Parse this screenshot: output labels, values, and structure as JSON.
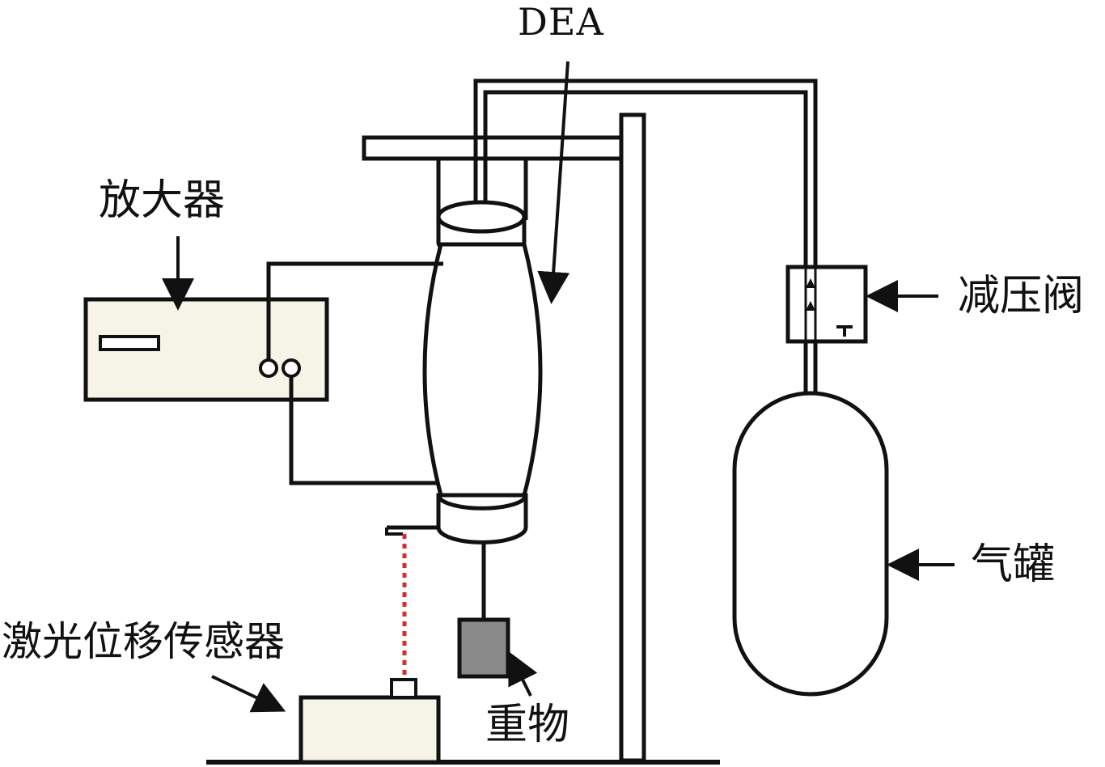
{
  "labels": {
    "dea": "DEA",
    "amplifier": "放大器",
    "pressure_valve": "减压阀",
    "gas_tank": "气罐",
    "laser_sensor": "激光位移传感器",
    "weight": "重物"
  },
  "colors": {
    "stroke": "#111111",
    "device_fill": "#f6f4e6",
    "weight_fill": "#8a8a8a",
    "laser": "#d03030",
    "background": "#ffffff"
  }
}
